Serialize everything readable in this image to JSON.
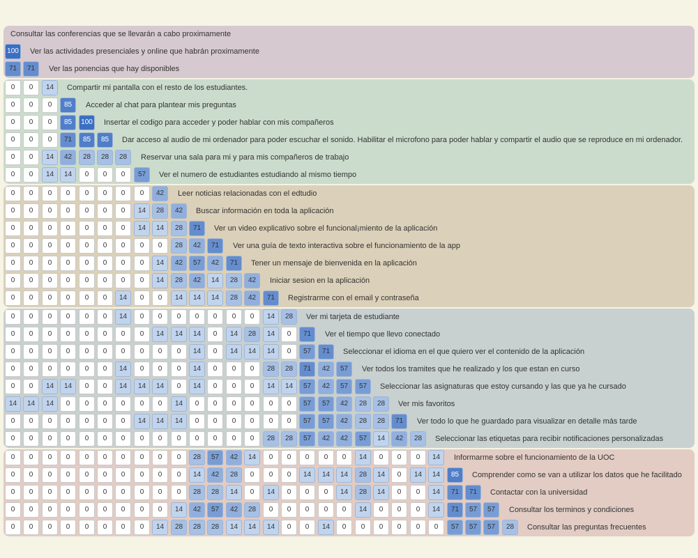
{
  "groups": [
    {
      "color": "#d6c9cf"
    },
    {
      "color": "#cbdccc"
    },
    {
      "color": "#dbd0b9"
    },
    {
      "color": "#c9d0d0"
    },
    {
      "color": "#e2ccc4"
    }
  ],
  "shading": {
    "empty": "#ffffff",
    "light": "#e4eef9",
    "mid": "#8fb3e0",
    "dark": "#3b6fc2",
    "border": "#c9c9c9"
  },
  "chart_data": {
    "type": "heatmap",
    "title": "",
    "unit": "%",
    "rows": [
      {
        "g": 0,
        "label": "Consultar las conferencias que se llevarán a cabo proximamente",
        "values": []
      },
      {
        "g": 0,
        "label": "Ver las actividades presenciales y online que habrán proximamente",
        "values": [
          100
        ]
      },
      {
        "g": 0,
        "label": "Ver las ponencias que hay disponibles",
        "values": [
          71,
          71
        ]
      },
      {
        "g": 1,
        "label": "Compartir mi pantalla con el resto de los estudiantes.",
        "values": [
          0,
          0,
          14
        ]
      },
      {
        "g": 1,
        "label": "Acceder al chat para plantear mis preguntas",
        "values": [
          0,
          0,
          0,
          85
        ]
      },
      {
        "g": 1,
        "label": "Insertar el codigo para acceder y poder hablar con mis compañeros",
        "values": [
          0,
          0,
          0,
          85,
          100
        ]
      },
      {
        "g": 1,
        "label": "Dar acceso al audio de mi ordenador para poder escuchar el sonido. Habilitar el microfono para poder hablar y compartir el audio que se reproduce en mi ordenador.",
        "values": [
          0,
          0,
          0,
          71,
          85,
          85
        ]
      },
      {
        "g": 1,
        "label": "Reservar una sala para mi y para mis compañeros de trabajo",
        "values": [
          0,
          0,
          14,
          42,
          28,
          28,
          28
        ]
      },
      {
        "g": 1,
        "label": "Ver el numero de estudiantes estudiando al mismo tiempo",
        "values": [
          0,
          0,
          14,
          14,
          0,
          0,
          0,
          57
        ]
      },
      {
        "g": 2,
        "label": "Leer noticias relacionadas con el edtudio",
        "values": [
          0,
          0,
          0,
          0,
          0,
          0,
          0,
          0,
          42
        ]
      },
      {
        "g": 2,
        "label": "Buscar información en toda la aplicación",
        "values": [
          0,
          0,
          0,
          0,
          0,
          0,
          0,
          14,
          28,
          42
        ]
      },
      {
        "g": 2,
        "label": "Ver un video explicativo sobre el funcional¡miento de la aplicación",
        "values": [
          0,
          0,
          0,
          0,
          0,
          0,
          0,
          14,
          14,
          28,
          71
        ]
      },
      {
        "g": 2,
        "label": "Ver una guía de texto interactiva sobre el funcionamiento de la app",
        "values": [
          0,
          0,
          0,
          0,
          0,
          0,
          0,
          0,
          0,
          28,
          42,
          71
        ]
      },
      {
        "g": 2,
        "label": "Tener un mensaje de bienvenida en la aplicación",
        "values": [
          0,
          0,
          0,
          0,
          0,
          0,
          0,
          0,
          14,
          42,
          57,
          42,
          71
        ]
      },
      {
        "g": 2,
        "label": "Iniciar sesion en la aplicación",
        "values": [
          0,
          0,
          0,
          0,
          0,
          0,
          0,
          0,
          14,
          28,
          42,
          14,
          28,
          42
        ]
      },
      {
        "g": 2,
        "label": "Registrarme con el email y contraseña",
        "values": [
          0,
          0,
          0,
          0,
          0,
          0,
          14,
          0,
          0,
          14,
          14,
          14,
          28,
          42,
          71
        ]
      },
      {
        "g": 3,
        "label": "Ver mi tarjeta de estudiante",
        "values": [
          0,
          0,
          0,
          0,
          0,
          0,
          14,
          0,
          0,
          0,
          0,
          0,
          0,
          0,
          14,
          28
        ]
      },
      {
        "g": 3,
        "label": "Ver el tiempo que llevo conectado",
        "values": [
          0,
          0,
          0,
          0,
          0,
          0,
          0,
          0,
          14,
          14,
          14,
          0,
          14,
          28,
          14,
          0,
          71
        ]
      },
      {
        "g": 3,
        "label": "Seleccionar el idioma en el que quiero ver el contenido de la aplicación",
        "values": [
          0,
          0,
          0,
          0,
          0,
          0,
          0,
          0,
          0,
          0,
          14,
          0,
          14,
          14,
          14,
          0,
          57,
          71
        ]
      },
      {
        "g": 3,
        "label": "Ver todos los tramites que he realizado y los que estan en curso",
        "values": [
          0,
          0,
          0,
          0,
          0,
          0,
          14,
          0,
          0,
          0,
          14,
          0,
          0,
          0,
          28,
          28,
          71,
          42,
          57
        ]
      },
      {
        "g": 3,
        "label": "Seleccionar las asignaturas que estoy cursando y las que ya he cursado",
        "values": [
          0,
          0,
          14,
          14,
          0,
          0,
          14,
          14,
          14,
          0,
          14,
          0,
          0,
          0,
          14,
          14,
          57,
          42,
          57,
          57
        ]
      },
      {
        "g": 3,
        "label": "Ver mis favoritos",
        "values": [
          14,
          14,
          14,
          0,
          0,
          0,
          0,
          0,
          0,
          14,
          0,
          0,
          0,
          0,
          0,
          0,
          57,
          57,
          42,
          28,
          28
        ]
      },
      {
        "g": 3,
        "label": "Ver todo lo que he guardado para visualizar en detalle más tarde",
        "values": [
          0,
          0,
          0,
          0,
          0,
          0,
          0,
          14,
          14,
          14,
          0,
          0,
          0,
          0,
          0,
          0,
          57,
          57,
          42,
          28,
          28,
          71
        ]
      },
      {
        "g": 3,
        "label": "Seleccionar las etiquetas para recibir notificaciones personalizadas",
        "values": [
          0,
          0,
          0,
          0,
          0,
          0,
          0,
          0,
          0,
          0,
          0,
          0,
          0,
          0,
          28,
          28,
          57,
          42,
          42,
          57,
          14,
          42,
          28
        ]
      },
      {
        "g": 4,
        "label": "Informarme sobre el funcionamiento de la UOC",
        "values": [
          0,
          0,
          0,
          0,
          0,
          0,
          0,
          0,
          0,
          0,
          28,
          57,
          42,
          14,
          0,
          0,
          0,
          0,
          0,
          14,
          0,
          0,
          0,
          14
        ]
      },
      {
        "g": 4,
        "label": "Comprender como se van a utilizar los datos que he facilitado",
        "values": [
          0,
          0,
          0,
          0,
          0,
          0,
          0,
          0,
          0,
          0,
          14,
          42,
          28,
          0,
          0,
          0,
          14,
          14,
          14,
          28,
          14,
          0,
          14,
          14,
          85
        ]
      },
      {
        "g": 4,
        "label": "Contactar con la universidad",
        "values": [
          0,
          0,
          0,
          0,
          0,
          0,
          0,
          0,
          0,
          0,
          28,
          28,
          14,
          0,
          14,
          0,
          0,
          0,
          14,
          28,
          14,
          0,
          0,
          14,
          71,
          71
        ]
      },
      {
        "g": 4,
        "label": "Consultar los terminos y condiciones",
        "values": [
          0,
          0,
          0,
          0,
          0,
          0,
          0,
          0,
          0,
          14,
          42,
          57,
          42,
          28,
          0,
          0,
          0,
          0,
          0,
          14,
          0,
          0,
          0,
          14,
          71,
          57,
          57
        ]
      },
      {
        "g": 4,
        "label": "Consultar las preguntas frecuentes",
        "values": [
          0,
          0,
          0,
          0,
          0,
          0,
          0,
          0,
          14,
          28,
          28,
          28,
          14,
          14,
          14,
          0,
          0,
          14,
          0,
          0,
          0,
          0,
          0,
          0,
          57,
          57,
          57,
          28
        ]
      }
    ]
  }
}
